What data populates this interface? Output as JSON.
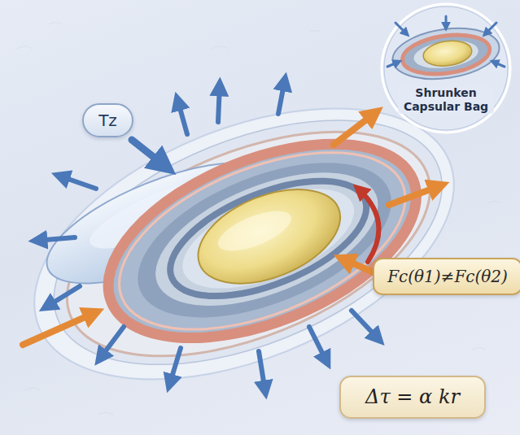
{
  "diagram": {
    "nodes": [
      {
        "text": [
          "Tz"
        ]
      },
      {
        "text": [
          "Shrunken Capsular Bag"
        ]
      },
      {
        "text": [
          "Fc(θ1)≠Fc(θ2)"
        ]
      },
      {
        "text": [
          "Δτ = α kr"
        ]
      }
    ]
  }
}
